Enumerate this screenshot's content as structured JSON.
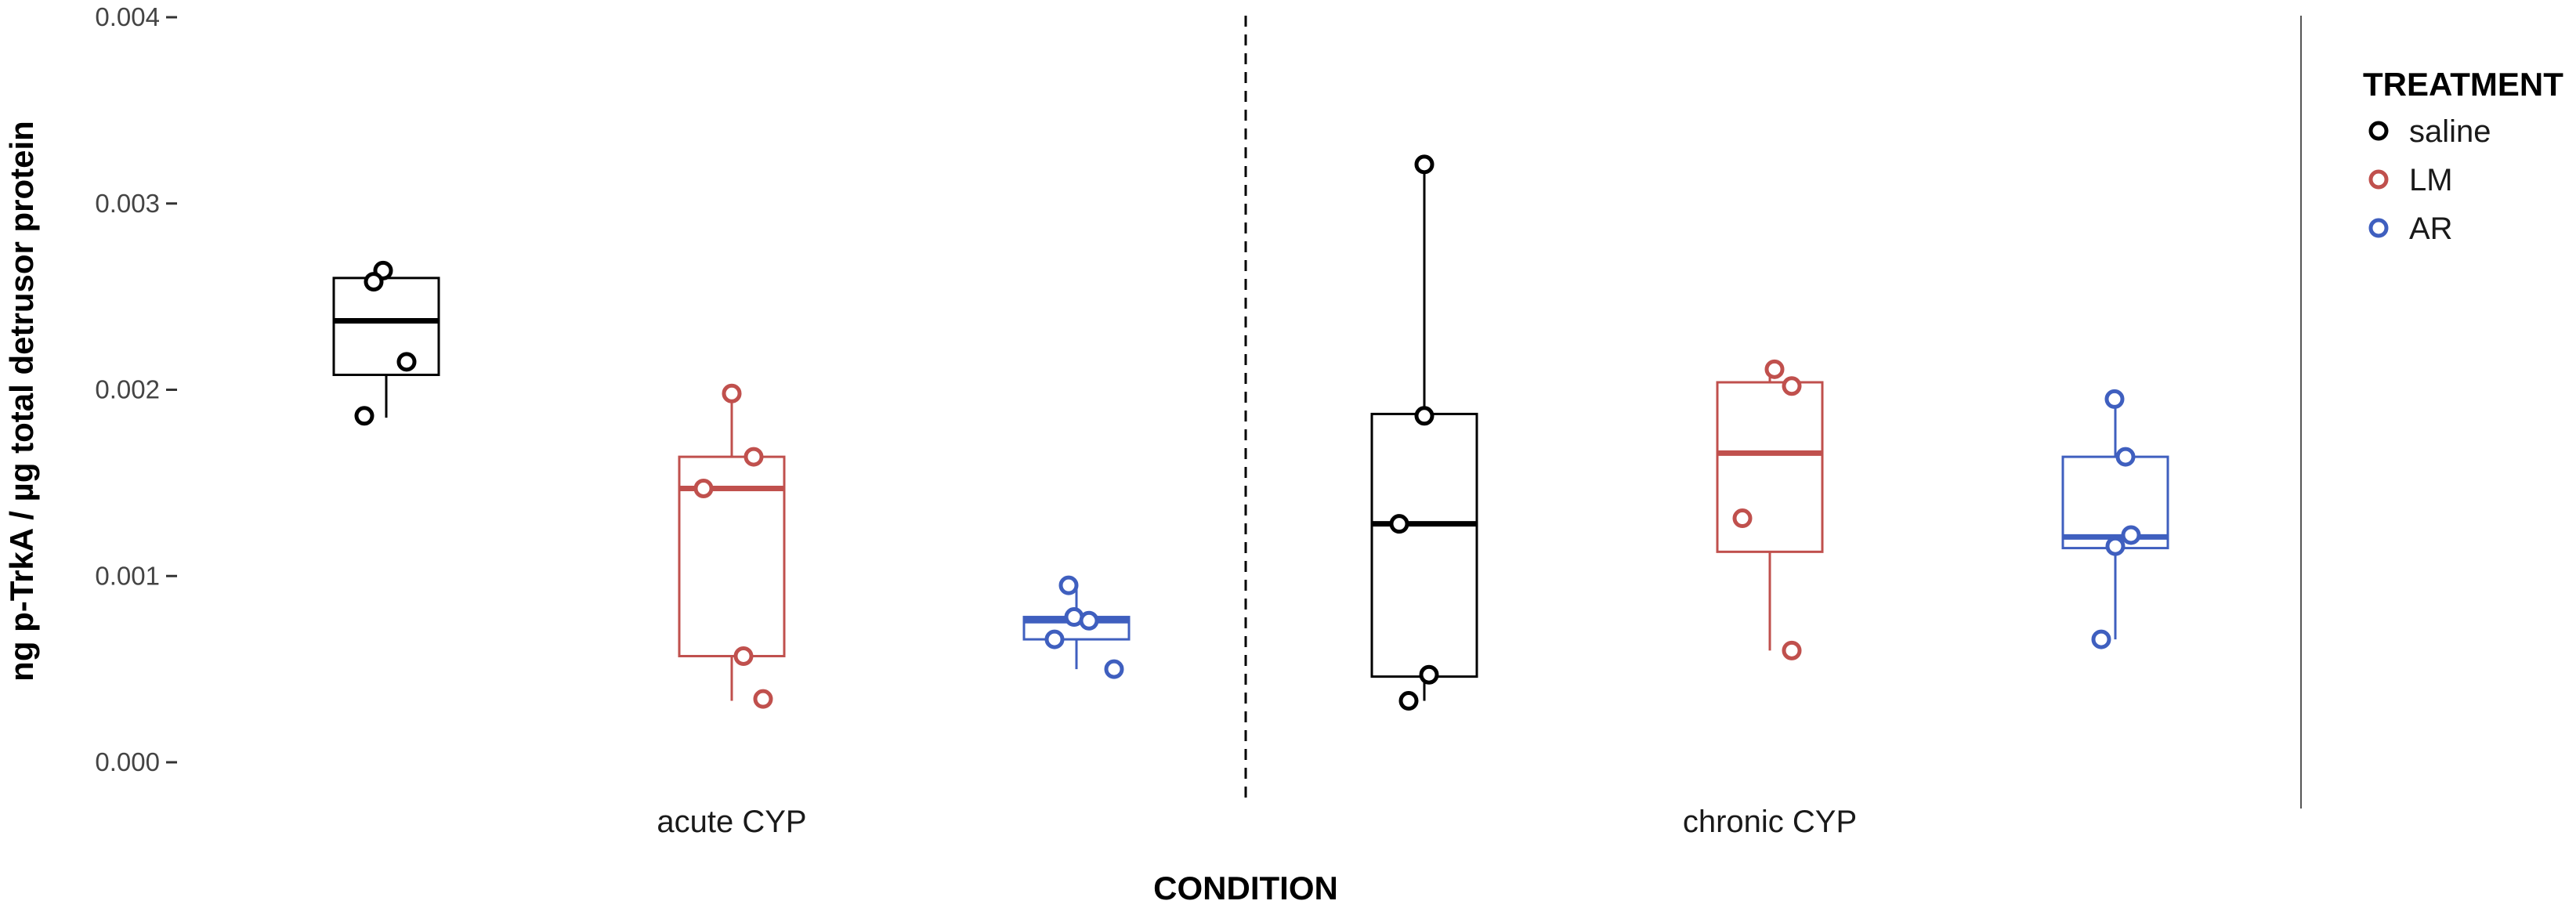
{
  "chart_data": {
    "type": "box",
    "xlabel": "CONDITION",
    "ylabel": "ng p-TrkA / µg total detrusor protein",
    "ylim": [
      0,
      0.004
    ],
    "yticks": [
      "0.000",
      "0.001",
      "0.002",
      "0.003",
      "0.004"
    ],
    "categories": [
      "acute CYP",
      "chronic CYP"
    ],
    "separator": "dashed vertical line between conditions",
    "legend": {
      "title": "TREATMENT",
      "position": "right",
      "entries": [
        {
          "name": "saline",
          "color": "#000000"
        },
        {
          "name": "LM",
          "color": "#c0504d"
        },
        {
          "name": "AR",
          "color": "#3f5fbf"
        }
      ]
    },
    "groups": [
      {
        "condition": "acute CYP",
        "treatment": "saline",
        "color": "#000000",
        "box": {
          "whisker_low": 0.00185,
          "q1": 0.00208,
          "median": 0.00237,
          "q3": 0.0026,
          "whisker_high": 0.0026
        },
        "points": [
          0.00264,
          0.00258,
          0.00215,
          0.00186
        ]
      },
      {
        "condition": "acute CYP",
        "treatment": "LM",
        "color": "#c0504d",
        "box": {
          "whisker_low": 0.00033,
          "q1": 0.00057,
          "median": 0.00147,
          "q3": 0.00164,
          "whisker_high": 0.00198
        },
        "points": [
          0.00198,
          0.00164,
          0.00147,
          0.00057,
          0.00034
        ]
      },
      {
        "condition": "acute CYP",
        "treatment": "AR",
        "color": "#3f5fbf",
        "box": {
          "whisker_low": 0.0005,
          "q1": 0.00066,
          "median": 0.00076,
          "q3": 0.00078,
          "whisker_high": 0.00095
        },
        "points": [
          0.00095,
          0.00078,
          0.00076,
          0.00066,
          0.0005
        ]
      },
      {
        "condition": "chronic CYP",
        "treatment": "saline",
        "color": "#000000",
        "box": {
          "whisker_low": 0.00033,
          "q1": 0.00046,
          "median": 0.00128,
          "q3": 0.00187,
          "whisker_high": 0.00321
        },
        "points": [
          0.00321,
          0.00186,
          0.00128,
          0.00047,
          0.00033
        ]
      },
      {
        "condition": "chronic CYP",
        "treatment": "LM",
        "color": "#c0504d",
        "box": {
          "whisker_low": 0.0006,
          "q1": 0.00113,
          "median": 0.00166,
          "q3": 0.00204,
          "whisker_high": 0.00211
        },
        "points": [
          0.00211,
          0.00202,
          0.00131,
          0.0006
        ]
      },
      {
        "condition": "chronic CYP",
        "treatment": "AR",
        "color": "#3f5fbf",
        "box": {
          "whisker_low": 0.00066,
          "q1": 0.00115,
          "median": 0.00121,
          "q3": 0.00164,
          "whisker_high": 0.00195
        },
        "points": [
          0.00195,
          0.00164,
          0.00122,
          0.00116,
          0.00066
        ]
      }
    ]
  }
}
